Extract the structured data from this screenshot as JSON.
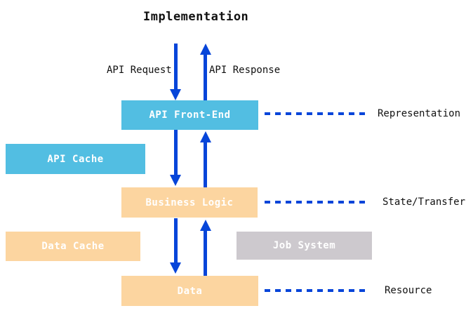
{
  "title": "Implementation",
  "colors": {
    "blue": "#52BEE2",
    "orange": "#FCD5A0",
    "gray": "#CDC9CE",
    "arrow": "#0645D9",
    "box_text": "#FFFFFF"
  },
  "flow_labels": {
    "request": "API Request",
    "response": "API Response"
  },
  "boxes": {
    "api_front_end": {
      "label": "API Front-End"
    },
    "api_cache": {
      "label": "API Cache"
    },
    "business_logic": {
      "label": "Business Logic"
    },
    "data_cache": {
      "label": "Data Cache"
    },
    "job_system": {
      "label": "Job System"
    },
    "data": {
      "label": "Data"
    }
  },
  "layer_labels": {
    "representation": "Representation",
    "state_transfer": "State/Transfer",
    "resource": "Resource"
  }
}
